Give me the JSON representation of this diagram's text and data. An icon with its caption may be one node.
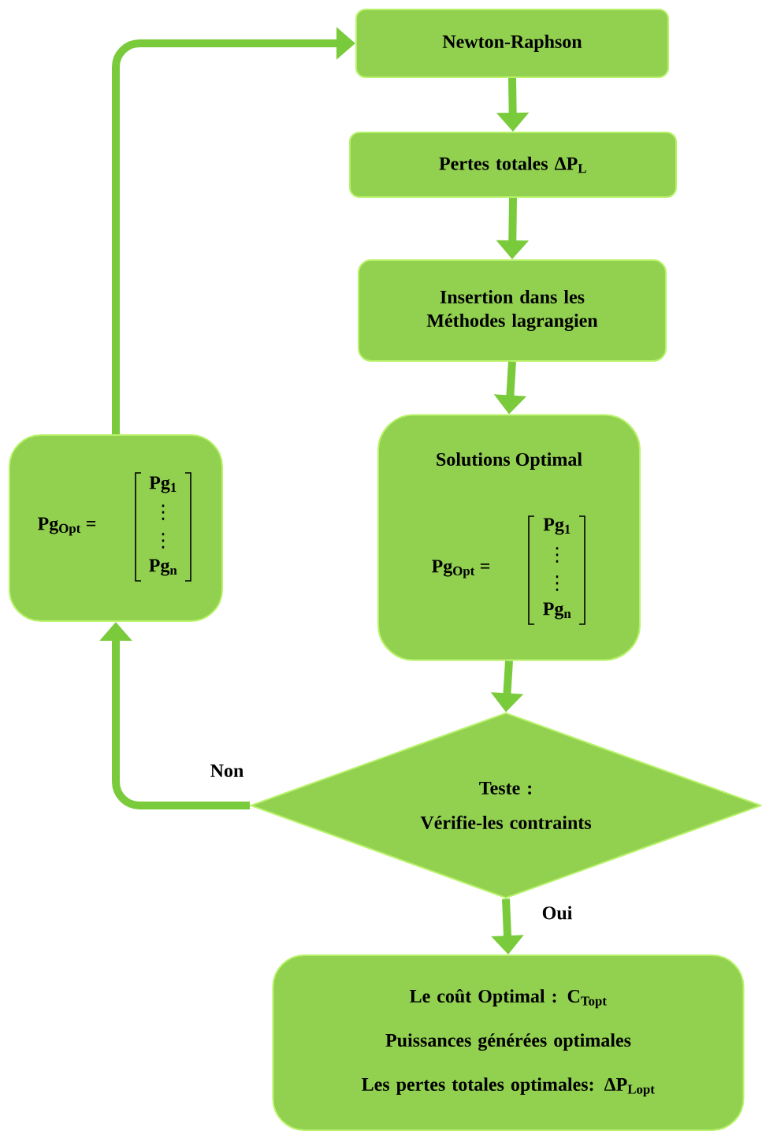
{
  "diagram": {
    "nodes": [
      {
        "text": [
          "Newton-Raphson"
        ]
      },
      {
        "text": [
          "Pertes totales ΔP$_{L}$"
        ]
      },
      {
        "text": [
          "Insertion dans les Méthodes lagrangien"
        ]
      },
      {
        "text": [
          "Pg$_{Opt}$ =",
          "Pg$_{1}$",
          "⋮",
          "⋮",
          "Pg$_{n}$"
        ]
      },
      {
        "text": [
          "Solutions Optimal",
          "Pg$_{Opt}$ =",
          "Pg$_{1}$",
          "⋮",
          "⋮",
          "Pg$_{n}$"
        ]
      },
      {
        "text": [
          "Teste :",
          "Vérifie-les contraints"
        ]
      },
      {
        "text": [
          "Le coût Optimal : C$_{Topt}$",
          "Puissances générées optimales",
          "Les pertes totales optimales: ΔP$_{Lopt}$"
        ]
      }
    ],
    "edges": [
      {
        "from": 0,
        "to": 1,
        "arrow": "to"
      },
      {
        "from": 1,
        "to": 2,
        "arrow": "to"
      },
      {
        "from": 2,
        "to": 4,
        "arrow": "to"
      },
      {
        "from": 4,
        "to": 5,
        "arrow": "to"
      },
      {
        "from": 5,
        "to": 6,
        "arrow": "to",
        "label": "Oui"
      },
      {
        "from": 5,
        "to": 3,
        "arrow": "to",
        "label": "Non"
      },
      {
        "from": 3,
        "to": 0,
        "arrow": "to"
      }
    ]
  }
}
